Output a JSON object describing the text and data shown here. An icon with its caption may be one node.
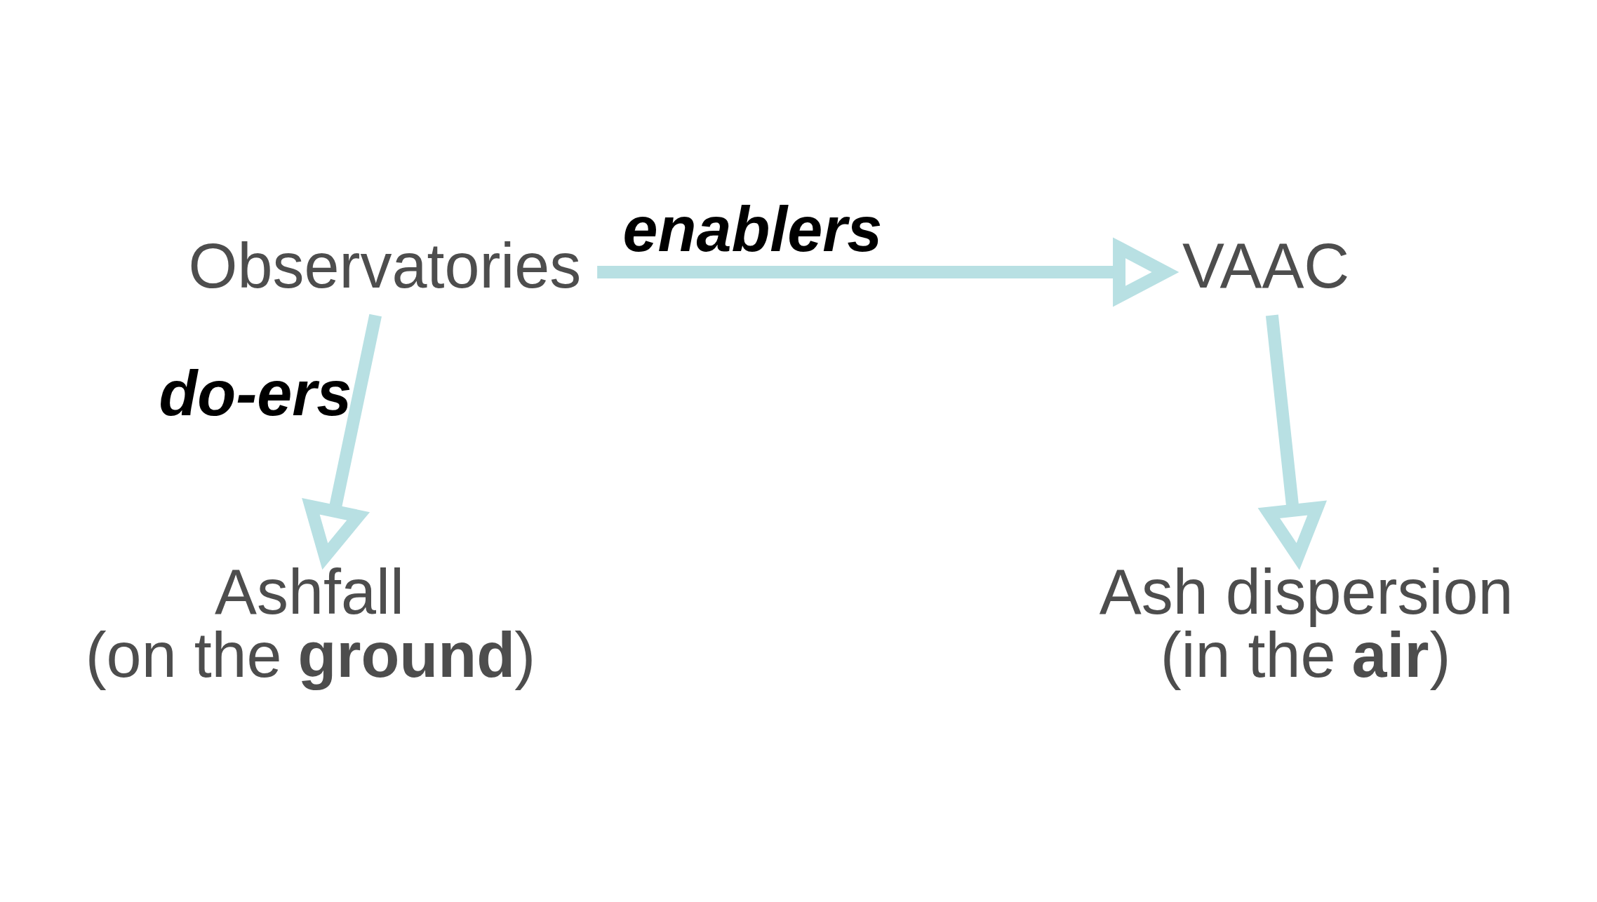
{
  "diagram": {
    "nodes": [
      {
        "text": [
          "Observatories"
        ]
      },
      {
        "text": [
          "VAAC"
        ]
      },
      {
        "text": [
          "Ashfall",
          "(on the **ground**)"
        ]
      },
      {
        "text": [
          "Ash dispersion",
          "(in the **air**)"
        ]
      }
    ],
    "edges": [
      {
        "from": 0,
        "to": 1,
        "arrow": "to",
        "label": "enablers"
      },
      {
        "from": 0,
        "to": 2,
        "arrow": "to",
        "label": "do-ers"
      },
      {
        "from": 1,
        "to": 3,
        "arrow": "to"
      }
    ]
  }
}
